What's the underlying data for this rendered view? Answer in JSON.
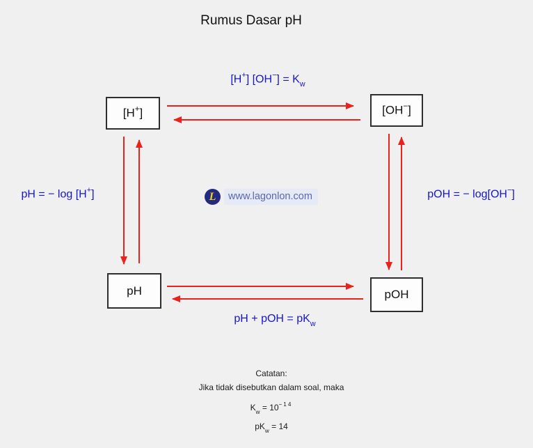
{
  "colors": {
    "background": "#f0f0f0",
    "arrow_red": "#e9221c",
    "formula_blue": "#1616d0",
    "logo_navy": "#232a82",
    "logo_yellow": "#f2d318",
    "watermark_bg": "#e6eaf6",
    "watermark_text": "#5a68b0"
  },
  "title": "Rumus Dasar pH",
  "boxes": {
    "h_plus": {
      "pre": "[H",
      "sup": "+",
      "post": "]"
    },
    "oh_minus": {
      "pre": "[OH",
      "sup": "−",
      "post": "]"
    },
    "ph": {
      "label": "pH"
    },
    "poh": {
      "label": "pOH"
    }
  },
  "formulas": {
    "top": {
      "seg1": "[H",
      "sup1": "+",
      "seg2": "] [OH",
      "sup2": "−",
      "seg3": "] = K",
      "sub1": "w"
    },
    "left": {
      "seg1": "pH = − log [H",
      "sup1": "+",
      "seg2": "]"
    },
    "right": {
      "seg1": "pOH = − log[OH",
      "sup1": "−",
      "seg2": "]"
    },
    "bottom": {
      "seg1": "pH + pOH = pK",
      "sub1": "w"
    }
  },
  "watermark": {
    "logo_letter": "L",
    "url_text": "www.lagonlon.com"
  },
  "notes": {
    "heading": "Catatan:",
    "line1": "Jika tidak disebutkan dalam soal, maka",
    "kw": {
      "seg1": "K",
      "sub1": "w",
      "seg2": " = 10",
      "sup1": "−14"
    },
    "pkw": {
      "seg1": "pK",
      "sub1": "w",
      "seg2": " = 14"
    }
  }
}
